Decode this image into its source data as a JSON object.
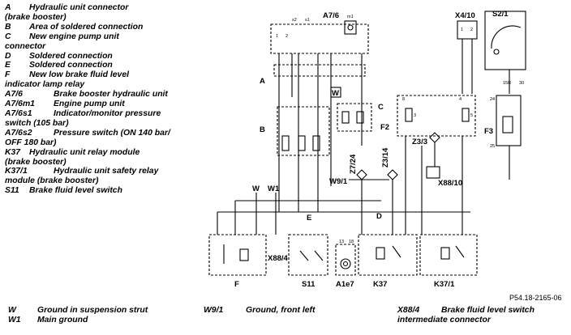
{
  "legend": [
    {
      "code": "A",
      "desc": "Hydraulic unit connector"
    },
    {
      "code": "",
      "desc": "(brake booster)"
    },
    {
      "code": "B",
      "desc": "Area of soldered connection"
    },
    {
      "code": "C",
      "desc": "New engine pump unit"
    },
    {
      "code": "",
      "desc": "connector"
    },
    {
      "code": "D",
      "desc": "Soldered connection"
    },
    {
      "code": "E",
      "desc": "Soldered connection"
    },
    {
      "code": "F",
      "desc": "New low brake fluid level"
    },
    {
      "code": "",
      "desc": "indicator lamp relay"
    },
    {
      "code": "A7/6",
      "desc": "Brake booster hydraulic unit"
    },
    {
      "code": "A7/6m1",
      "desc": "Engine pump unit"
    },
    {
      "code": "A7/6s1",
      "desc": "Indicator/monitor pressure"
    },
    {
      "code": "",
      "desc": "switch (105 bar)"
    },
    {
      "code": "A7/6s2",
      "desc": "Pressure switch (ON 140 bar/"
    },
    {
      "code": "",
      "desc": "OFF 180 bar)"
    },
    {
      "code": "K37",
      "desc": "Hydraulic unit relay module"
    },
    {
      "code": "",
      "desc": "(brake booster)"
    },
    {
      "code": "K37/1",
      "desc": "Hydraulic unit safety relay"
    },
    {
      "code": "",
      "desc": "module (brake booster)"
    },
    {
      "code": "S11",
      "desc": "Brake fluid level switch"
    }
  ],
  "bottom_legend": [
    {
      "code": "W",
      "desc": "Ground in suspension strut"
    },
    {
      "code": "W1",
      "desc": "Main ground"
    },
    {
      "code": "W9/1",
      "desc": "Ground, front left"
    },
    {
      "code": "X88/4",
      "desc": "Brake fluid level switch"
    },
    {
      "code": "",
      "desc": "intermediate connector"
    }
  ],
  "reference_code": "P54.18-2165-06",
  "diagram_labels": {
    "a7_6": "A7/6",
    "s2": "s2",
    "s1": "s1",
    "m1": "m1",
    "x4_10": "X4/10",
    "s2_1": "S2/1",
    "a": "A",
    "b": "B",
    "c": "C",
    "d": "D",
    "e": "E",
    "f": "F",
    "f2": "F2",
    "f3": "F3",
    "w": "W",
    "w1": "W1",
    "w9_1": "W9/1",
    "z7_24": "Z7/24",
    "z3_14": "Z3/14",
    "z3_3": "Z3/3",
    "x88_10": "X88/10",
    "x88_4": "X88/4",
    "s11": "S11",
    "a1e7": "A1e7",
    "k37": "K37",
    "k37_1": "K37/1",
    "t15r": "15R",
    "t30": "30",
    "t24": "24",
    "t25": "25",
    "t3": "3",
    "t4": "4",
    "t5": "5",
    "t8": "8",
    "t13": "13",
    "t18": "18",
    "t1": "1",
    "t2": "2",
    "t1a": "1",
    "t2a": "2"
  }
}
